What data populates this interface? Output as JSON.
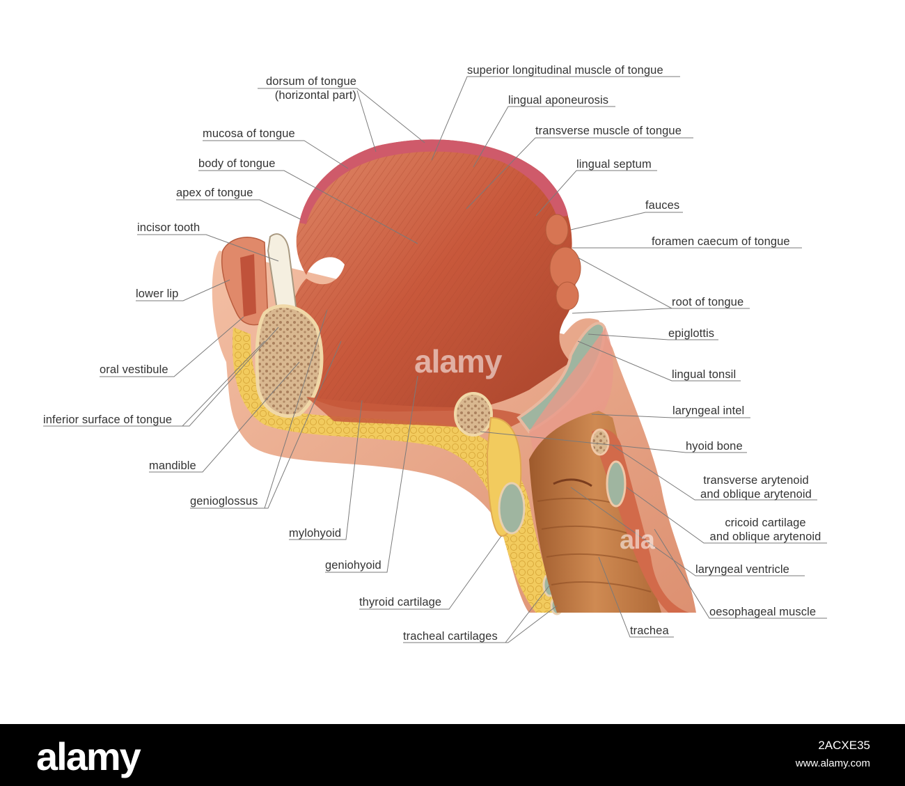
{
  "labels": {
    "dorsum_line1": "dorsum of tongue",
    "dorsum_line2": "(horizontal part)",
    "mucosa": "mucosa of tongue",
    "body": "body of tongue",
    "apex": "apex of tongue",
    "incisor": "incisor tooth",
    "lower_lip": "lower lip",
    "oral_vestibule": "oral vestibule",
    "inferior_surface": "inferior surface of tongue",
    "mandible": "mandible",
    "genioglossus": "genioglossus",
    "mylohyoid": "mylohyoid",
    "geniohyoid": "geniohyoid",
    "thyroid_cartilage": "thyroid cartilage",
    "tracheal_cartilages": "tracheal cartilages",
    "superior_longitudinal": "superior longitudinal muscle of tongue",
    "lingual_aponeurosis": "lingual aponeurosis",
    "transverse_muscle": "transverse muscle of tongue",
    "lingual_septum": "lingual septum",
    "fauces": "fauces",
    "foramen_caecum": "foramen caecum of tongue",
    "root": "root of tongue",
    "epiglottis": "epiglottis",
    "lingual_tonsil": "lingual tonsil",
    "laryngeal_intel": "laryngeal intel",
    "hyoid_bone": "hyoid bone",
    "transverse_arytenoid_l1": "transverse arytenoid",
    "transverse_arytenoid_l2": "and oblique arytenoid",
    "cricoid_l1": "cricoid cartilage",
    "cricoid_l2": "and oblique arytenoid",
    "laryngeal_ventricle": "laryngeal ventricle",
    "oesophageal_muscle": "oesophageal muscle",
    "trachea": "trachea"
  },
  "watermarks": {
    "center": "alamy",
    "lower": "ala"
  },
  "footer": {
    "brand": "alamy",
    "image_id": "2ACXE35",
    "site": "www.alamy.com"
  },
  "colors": {
    "muscle": "#c8583b",
    "muscle_light": "#e08a6a",
    "mucosa": "#cf5a6a",
    "fat": "#f0c85a",
    "cartilage": "#9fb5a0",
    "bone": "#d9b890",
    "skin": "#e59a7a",
    "trachea": "#c8763f",
    "leader": "#7a7a7a"
  }
}
